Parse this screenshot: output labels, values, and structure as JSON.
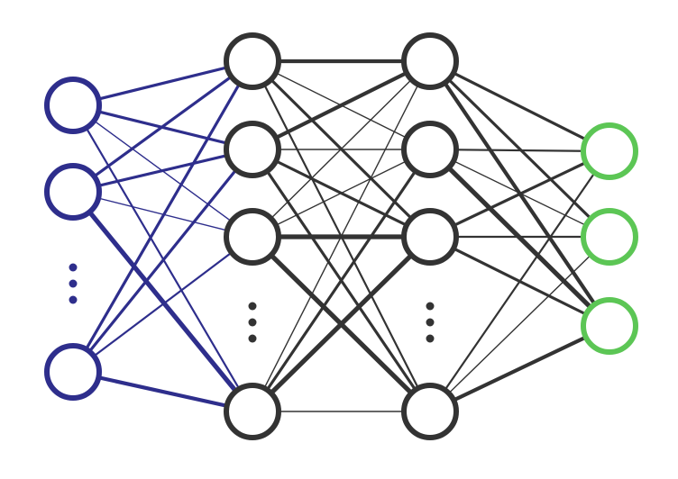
{
  "diagram": {
    "type": "neural-network",
    "layers": [
      {
        "role": "input",
        "color": "#2e2e8c",
        "nodes_visible": 3,
        "ellipsis": true
      },
      {
        "role": "hidden",
        "color": "#333333",
        "nodes_visible": 4,
        "ellipsis": true
      },
      {
        "role": "hidden",
        "color": "#333333",
        "nodes_visible": 4,
        "ellipsis": true
      },
      {
        "role": "output",
        "color": "#5cc655",
        "nodes_visible": 3,
        "ellipsis": false
      }
    ],
    "connectivity": "fully-connected",
    "colors": {
      "input_edges": "#2e2e8c",
      "hidden_edges": "#333333",
      "background": "#ffffff"
    }
  }
}
